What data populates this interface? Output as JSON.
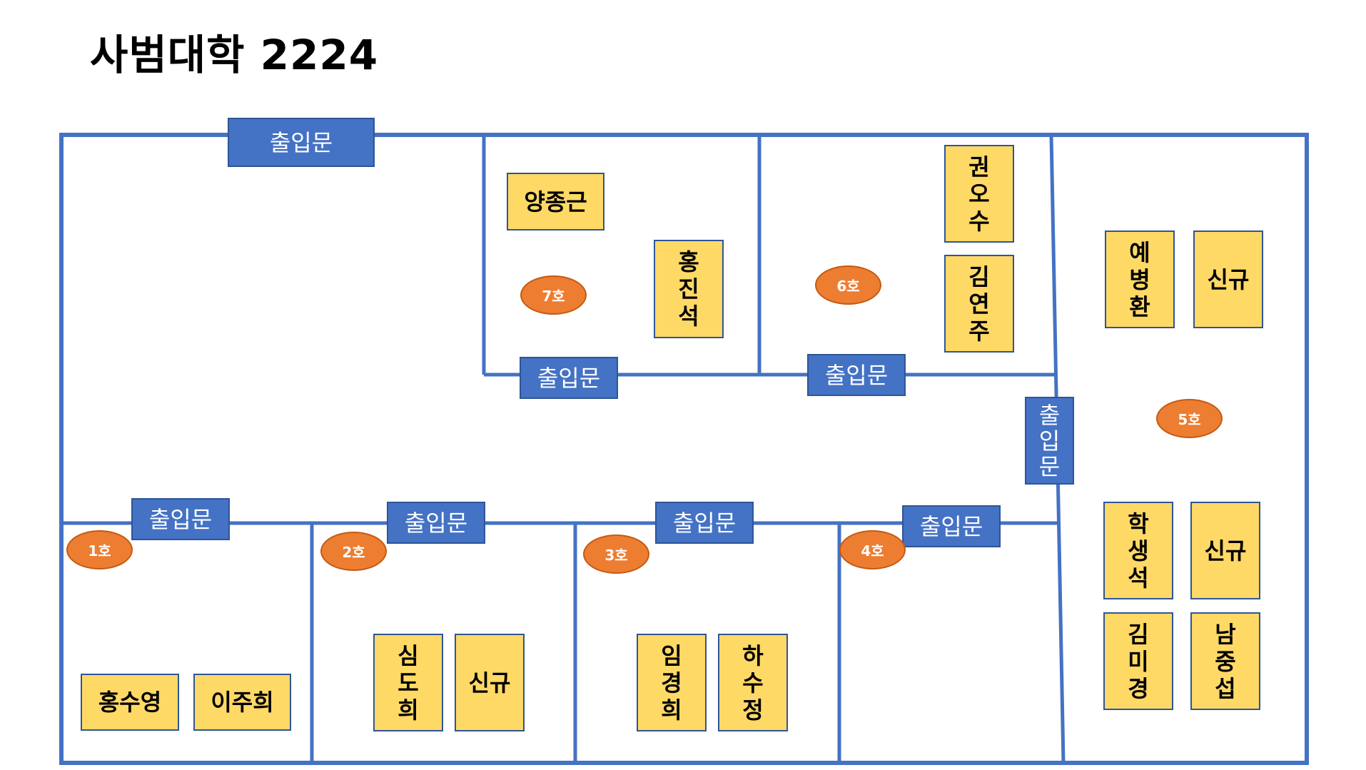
{
  "title": "사범대학 2224",
  "doors": {
    "d_top": "출입문",
    "d_r7": "출입문",
    "d_r6": "출입문",
    "d_side": "출입문",
    "d_r1": "출입문",
    "d_r2": "출입문",
    "d_r3": "출입문",
    "d_r4": "출입문"
  },
  "rooms": {
    "r1": "1호",
    "r2": "2호",
    "r3": "3호",
    "r4": "4호",
    "r5": "5호",
    "r6": "6호",
    "r7": "7호"
  },
  "people": {
    "yang": "양종근",
    "hong_js": "홍진석",
    "kwon": "권오수",
    "kim_yj": "김연주",
    "ye": "예병환",
    "new5a": "신규",
    "hak": "학생석",
    "new5b": "신규",
    "kim_mk": "김미경",
    "nam": "남중섭",
    "hong_sy": "홍수영",
    "lee": "이주희",
    "sim": "심도희",
    "new2": "신규",
    "lim": "임경희",
    "ha": "하수정"
  },
  "colors": {
    "wall": "#4472c4",
    "desk": "#ffd966",
    "door": "#4472c4",
    "room_marker": "#ed7d31"
  }
}
